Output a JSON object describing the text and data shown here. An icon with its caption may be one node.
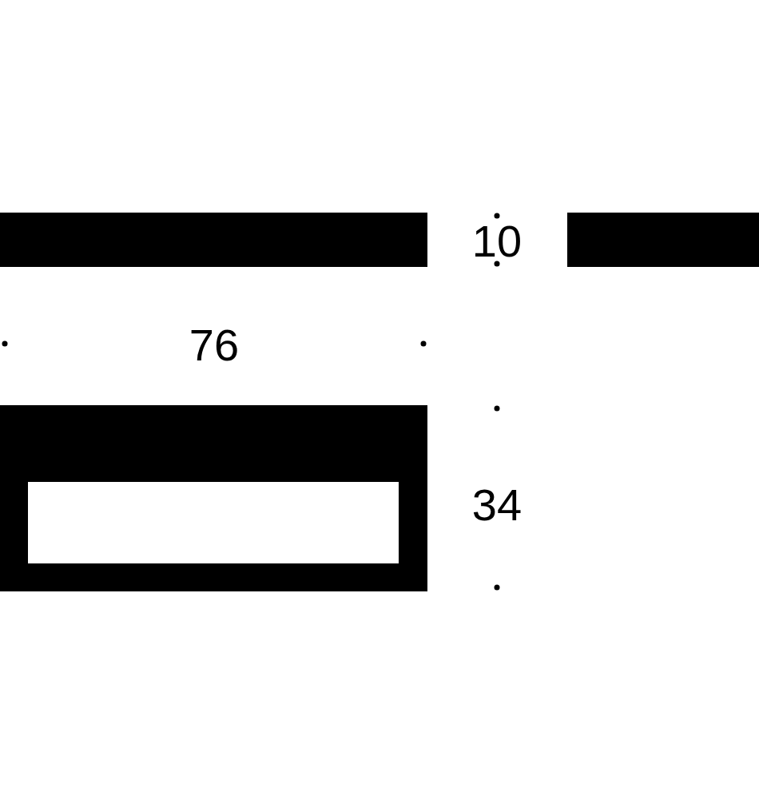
{
  "diagram": {
    "labels": [
      "10",
      "76",
      "34"
    ]
  }
}
